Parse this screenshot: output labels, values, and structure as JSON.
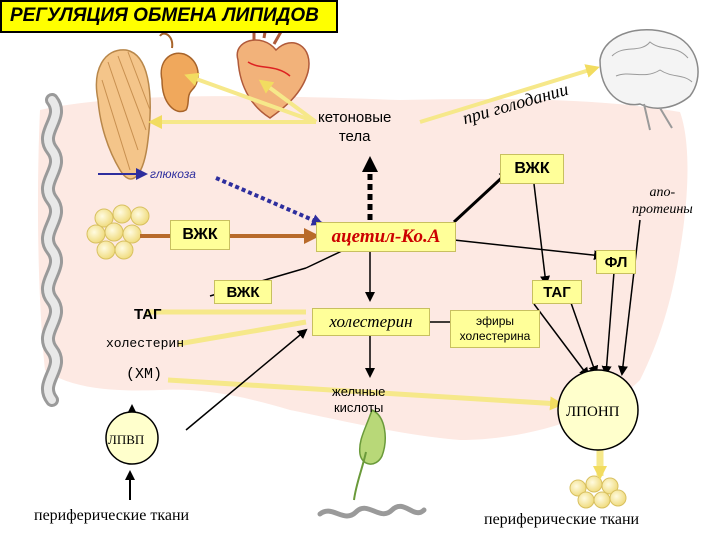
{
  "title": "РЕГУЛЯЦИЯ ОБМЕНА ЛИПИДОВ",
  "labels": {
    "ketone_line1": "кетоновые",
    "ketone_line2": "тела",
    "starvation": "при голодании",
    "glucose": "глюкоза",
    "vzhk_top": "ВЖК",
    "apo_line1": "апо-",
    "apo_line2": "протеины",
    "vzhk_left": "ВЖК",
    "acetyl_coa": "ацетил-Ко.А",
    "fl": "ФЛ",
    "vzhk_mid": "ВЖК",
    "tag_right": "ТАГ",
    "tag_left": "ТАГ",
    "cholesterol": "холестерин",
    "chol_esters_line1": "эфиры",
    "chol_esters_line2": "холестерина",
    "cholesterin_left": "холестерин",
    "xm": "(ХМ)",
    "bile_line1": "желчные",
    "bile_line2": "кислоты",
    "lponp": "ЛПОНП",
    "lpvp": "ЛПВП",
    "periph_left": "периферические ткани",
    "periph_right": "периферические ткани"
  },
  "icons": [
    "spine-icon",
    "muscle-icon",
    "kidney-icon",
    "heart-icon",
    "brain-icon",
    "fat-cells-icon",
    "liver-shape",
    "gallbladder-icon",
    "intestine-icon"
  ],
  "colors": {
    "title_bg": "#ffff00",
    "liver": "#fde9e3",
    "yellow_arrow": "#f6e88a",
    "blue_arrow": "#2e2e9e",
    "brown_arrow": "#b86a2a",
    "acetyl_text": "#cc0000",
    "box_fill": "#ffff99"
  }
}
